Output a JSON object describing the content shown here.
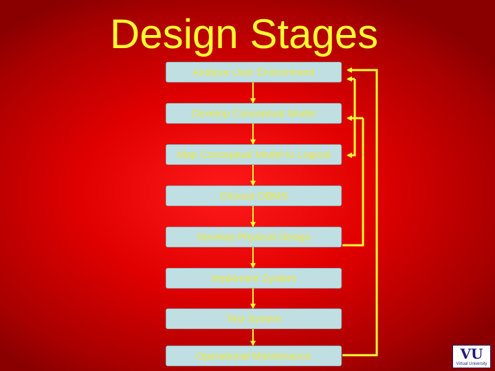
{
  "title": "Design Stages",
  "stages": [
    "Analyze User Environment",
    "Develop Conceptual Model",
    "Map Conceptual Model to Logical",
    "Choose DBMS",
    "Develop Physical Design",
    "Implement System",
    "Test System",
    "Operational Maintenance"
  ],
  "feedback_loops": [
    {
      "from": "Develop Physical Design",
      "to": [
        "Analyze User Environment",
        "Develop Conceptual Model",
        "Map Conceptual Model to Logical"
      ]
    },
    {
      "from": "Operational Maintenance",
      "to": [
        "Analyze User Environment"
      ]
    }
  ],
  "logo": {
    "mark": "VU",
    "caption": "Virtual University"
  },
  "colors": {
    "background": "#e00000",
    "title": "#ffff33",
    "box_fill": "#bfdfe3",
    "box_text": "#f0e83a",
    "connector": "#ffff33"
  }
}
